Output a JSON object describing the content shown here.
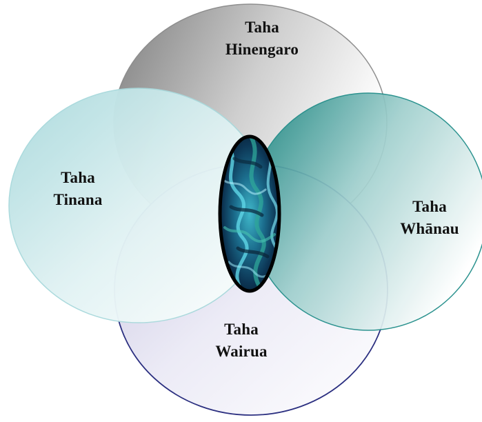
{
  "diagram": {
    "circles": [
      {
        "id": "hinengaro",
        "line1": "Taha",
        "line2": "Hinengaro",
        "color": "#8a8a8a"
      },
      {
        "id": "tinana",
        "line1": "Taha",
        "line2": "Tinana",
        "color": "#a8d8dc"
      },
      {
        "id": "whanau",
        "line1": "Taha",
        "line2": "Whānau",
        "color": "#1f8c88"
      },
      {
        "id": "wairua",
        "line1": "Taha",
        "line2": "Wairua",
        "color": "#2c2f7e"
      }
    ],
    "center": {
      "description_icon": "paua-shell-oval-icon",
      "colors": [
        "#0b3b5a",
        "#1aa39a",
        "#5fd3e8",
        "#0a1a2a"
      ]
    }
  }
}
